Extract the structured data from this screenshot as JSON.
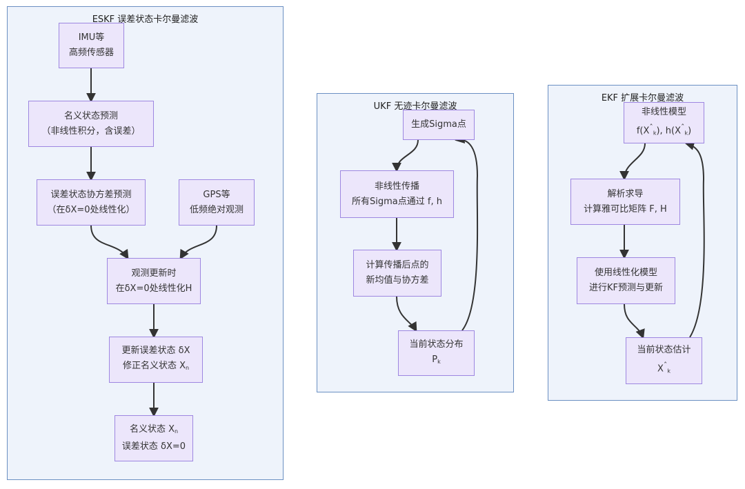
{
  "eskf": {
    "title": "ESKF 误差状态卡尔曼滤波",
    "imu": {
      "l1": "IMU等",
      "l2": "高频传感器"
    },
    "nominal_predict": {
      "l1": "名义状态预测",
      "l2": "（非线性积分，含误差）"
    },
    "cov_predict": {
      "l1": "误差状态协方差预测",
      "l2": "（在δX=0处线性化）"
    },
    "gps": {
      "l1": "GPS等",
      "l2": "低频绝对观测"
    },
    "obs_update": {
      "l1": "观测更新时",
      "l2": "在δX=0处线性化H"
    },
    "correct": {
      "l1": "更新误差状态 δX",
      "l2a": "修正名义状态 X",
      "l2sub": "n"
    },
    "reset": {
      "l1a": "名义状态 X",
      "l1sub": "n",
      "l2": "误差状态 δX=0"
    }
  },
  "ukf": {
    "title": "UKF 无迹卡尔曼滤波",
    "gen_sigma": {
      "l1": "生成Sigma点"
    },
    "propagate": {
      "l1": "非线性传播",
      "l2": "所有Sigma点通过 f, h"
    },
    "mean_cov": {
      "l1": "计算传播后点的",
      "l2": "新均值与协方差"
    },
    "dist": {
      "l1": "当前状态分布",
      "l2a": "P",
      "l2sub": "k"
    }
  },
  "ekf": {
    "title": "EKF 扩展卡尔曼滤波",
    "model": {
      "l1": "非线性模型",
      "l2a": "f(X",
      "l2b": "ˆ",
      "l2sub": "k",
      "l2c": "), h(X",
      "l2d": "ˆ",
      "l2sub2": "k",
      "l2e": ")"
    },
    "jacobian": {
      "l1": "解析求导",
      "l2": "计算雅可比矩阵 F, H"
    },
    "kf": {
      "l1": "使用线性化模型",
      "l2": "进行KF预测与更新"
    },
    "estimate": {
      "l1": "当前状态估计",
      "l2a": "X",
      "l2b": "ˆ",
      "l2sub": "k"
    }
  }
}
